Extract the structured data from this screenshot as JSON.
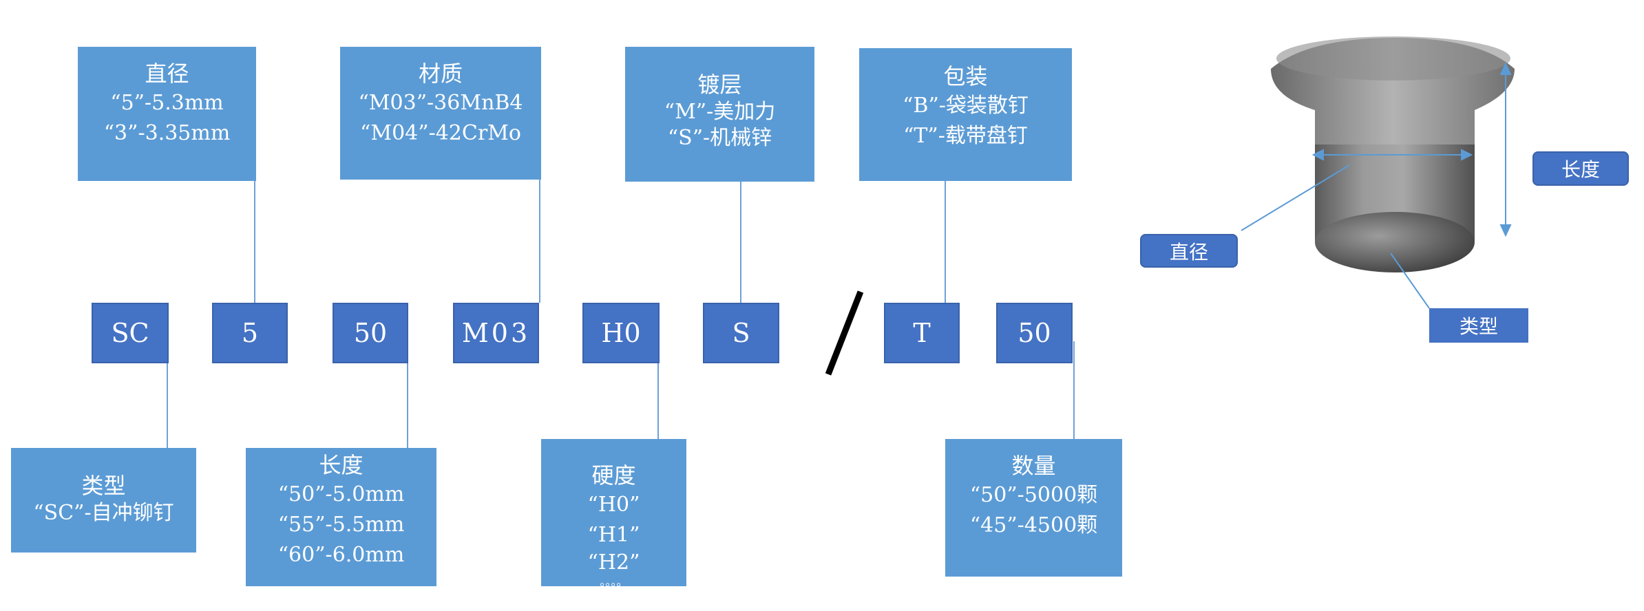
{
  "top_boxes": {
    "diameter": {
      "title": "直径",
      "lines": [
        "“5”-5.3mm",
        "“3”-3.35mm"
      ]
    },
    "material": {
      "title": "材质",
      "lines": [
        "“M03”-36MnB4",
        "“M04”-42CrMo"
      ]
    },
    "coating": {
      "title": "镀层",
      "lines": [
        "“M”-美加力",
        "“S”-机械锌"
      ]
    },
    "packaging": {
      "title": "包装",
      "lines": [
        "“B”-袋装散钉",
        "“T”-载带盘钉"
      ]
    }
  },
  "bottom_boxes": {
    "type": {
      "title": "类型",
      "lines": [
        "“SC”-自冲铆钉"
      ]
    },
    "length": {
      "title": "长度",
      "lines": [
        "“50”-5.0mm",
        "“55”-5.5mm",
        "“60”-6.0mm"
      ]
    },
    "hardness": {
      "title": "硬度",
      "lines": [
        "“H0”",
        "“H1”",
        "“H2”",
        "。。。。"
      ]
    },
    "quantity": {
      "title": "数量",
      "lines": [
        "“50”-5000颗",
        "“45”-4500颗"
      ]
    }
  },
  "code_segments": [
    "SC",
    "5",
    "50",
    "M03",
    "H0",
    "S",
    "T",
    "50"
  ],
  "separator": "/",
  "rivet_labels": {
    "length": "长度",
    "diameter": "直径",
    "type": "类型"
  },
  "colors": {
    "box_fill": "#5b9bd5",
    "code_fill": "#4472c4",
    "line": "#5b9bd5"
  }
}
